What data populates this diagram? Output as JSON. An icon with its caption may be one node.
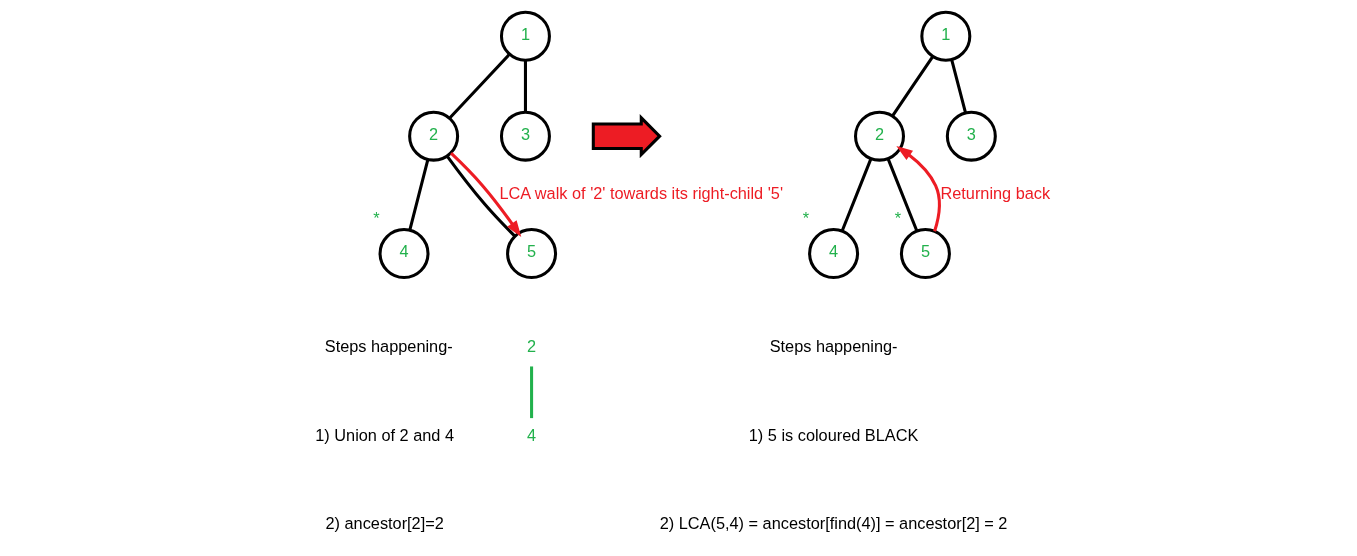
{
  "diagram": {
    "nodes": [
      {
        "text": [
          "1"
        ]
      },
      {
        "text": [
          "2"
        ]
      },
      {
        "text": [
          "3"
        ]
      },
      {
        "text": [
          "4"
        ],
        "beside": [
          "*"
        ]
      },
      {
        "text": [
          "5"
        ]
      },
      {
        "text": [
          "1"
        ]
      },
      {
        "text": [
          "2"
        ]
      },
      {
        "text": [
          "3"
        ]
      },
      {
        "text": [
          "4"
        ],
        "beside": [
          "*"
        ]
      },
      {
        "text": [
          "5"
        ],
        "beside": [
          "*"
        ]
      },
      {
        "text": [
          "2"
        ]
      },
      {
        "text": [
          "4"
        ]
      },
      {
        "text": [],
        "shape": "arrow"
      }
    ],
    "edges": [
      {
        "from": 0,
        "to": 1,
        "arrow": "none"
      },
      {
        "from": 0,
        "to": 2,
        "arrow": "none"
      },
      {
        "from": 1,
        "to": 3,
        "arrow": "none"
      },
      {
        "from": 1,
        "to": 4,
        "arrow": "none"
      },
      {
        "from": 1,
        "to": 4,
        "arrow": "to",
        "label": "LCA walk of '2' towards its right-child '5'",
        "color": "#ed1c24"
      },
      {
        "from": 5,
        "to": 6,
        "arrow": "none"
      },
      {
        "from": 5,
        "to": 7,
        "arrow": "none"
      },
      {
        "from": 6,
        "to": 8,
        "arrow": "none"
      },
      {
        "from": 6,
        "to": 9,
        "arrow": "none"
      },
      {
        "from": 9,
        "to": 6,
        "arrow": "to",
        "label": "Returning back",
        "color": "#ed1c24"
      },
      {
        "from": 10,
        "to": 11,
        "arrow": "none",
        "color": "#22b14c"
      }
    ],
    "labels": [
      "Steps happening-",
      "1) Union of 2 and 4",
      "2) ancestor[2]=2",
      "Steps happening-",
      "1) 5 is coloured BLACK",
      "2) LCA(5,4) = ancestor[find(4)] = ancestor[2] = 2"
    ]
  }
}
